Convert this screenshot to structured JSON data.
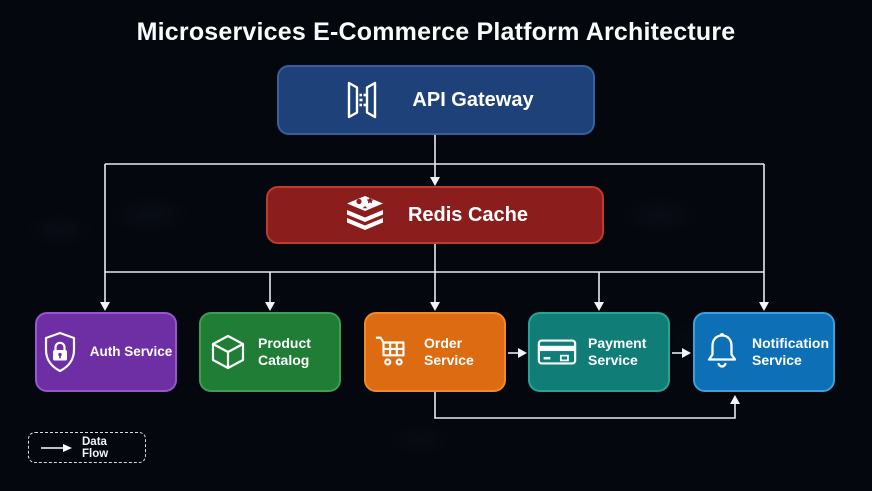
{
  "title": "Microservices E-Commerce Platform Architecture",
  "canvas": {
    "background": "#04070e",
    "connector_color": "#e8eaef"
  },
  "nodes": {
    "api_gateway": {
      "label": "API Gateway",
      "icon": "gateway-icon",
      "fill": "#1e4179",
      "border": "#35619f"
    },
    "redis_cache": {
      "label": "Redis Cache",
      "icon": "redis-stack-icon",
      "fill": "#8c1d1d",
      "border": "#c23a2c"
    },
    "auth_service": {
      "label": "Auth Service",
      "icon": "shield-lock-icon",
      "fill": "#6d2fa3",
      "border": "#9a55cc"
    },
    "product_catalog": {
      "label": "Product Catalog",
      "icon": "cube-icon",
      "fill": "#1f7d35",
      "border": "#3f9e53"
    },
    "order_service": {
      "label": "Order Service",
      "icon": "shopping-cart-icon",
      "fill": "#dd6b11",
      "border": "#f08c28"
    },
    "payment_service": {
      "label": "Payment Service",
      "icon": "credit-card-icon",
      "fill": "#107e77",
      "border": "#2aa396"
    },
    "notification_service": {
      "label": "Notification Service",
      "icon": "bell-icon",
      "fill": "#0d70b6",
      "border": "#3da0d8"
    }
  },
  "edges": [
    {
      "from": "api_gateway",
      "to": "redis_cache"
    },
    {
      "from": "api_gateway",
      "to": "auth_service"
    },
    {
      "from": "api_gateway",
      "to": "notification_service"
    },
    {
      "from": "redis_cache",
      "to": "product_catalog"
    },
    {
      "from": "redis_cache",
      "to": "order_service"
    },
    {
      "from": "redis_cache",
      "to": "payment_service"
    },
    {
      "from": "order_service",
      "to": "payment_service"
    },
    {
      "from": "payment_service",
      "to": "notification_service"
    },
    {
      "from": "order_service",
      "to": "notification_service"
    }
  ],
  "legend": {
    "label": "Data Flow",
    "icon": "data-flow-arrow-icon"
  }
}
